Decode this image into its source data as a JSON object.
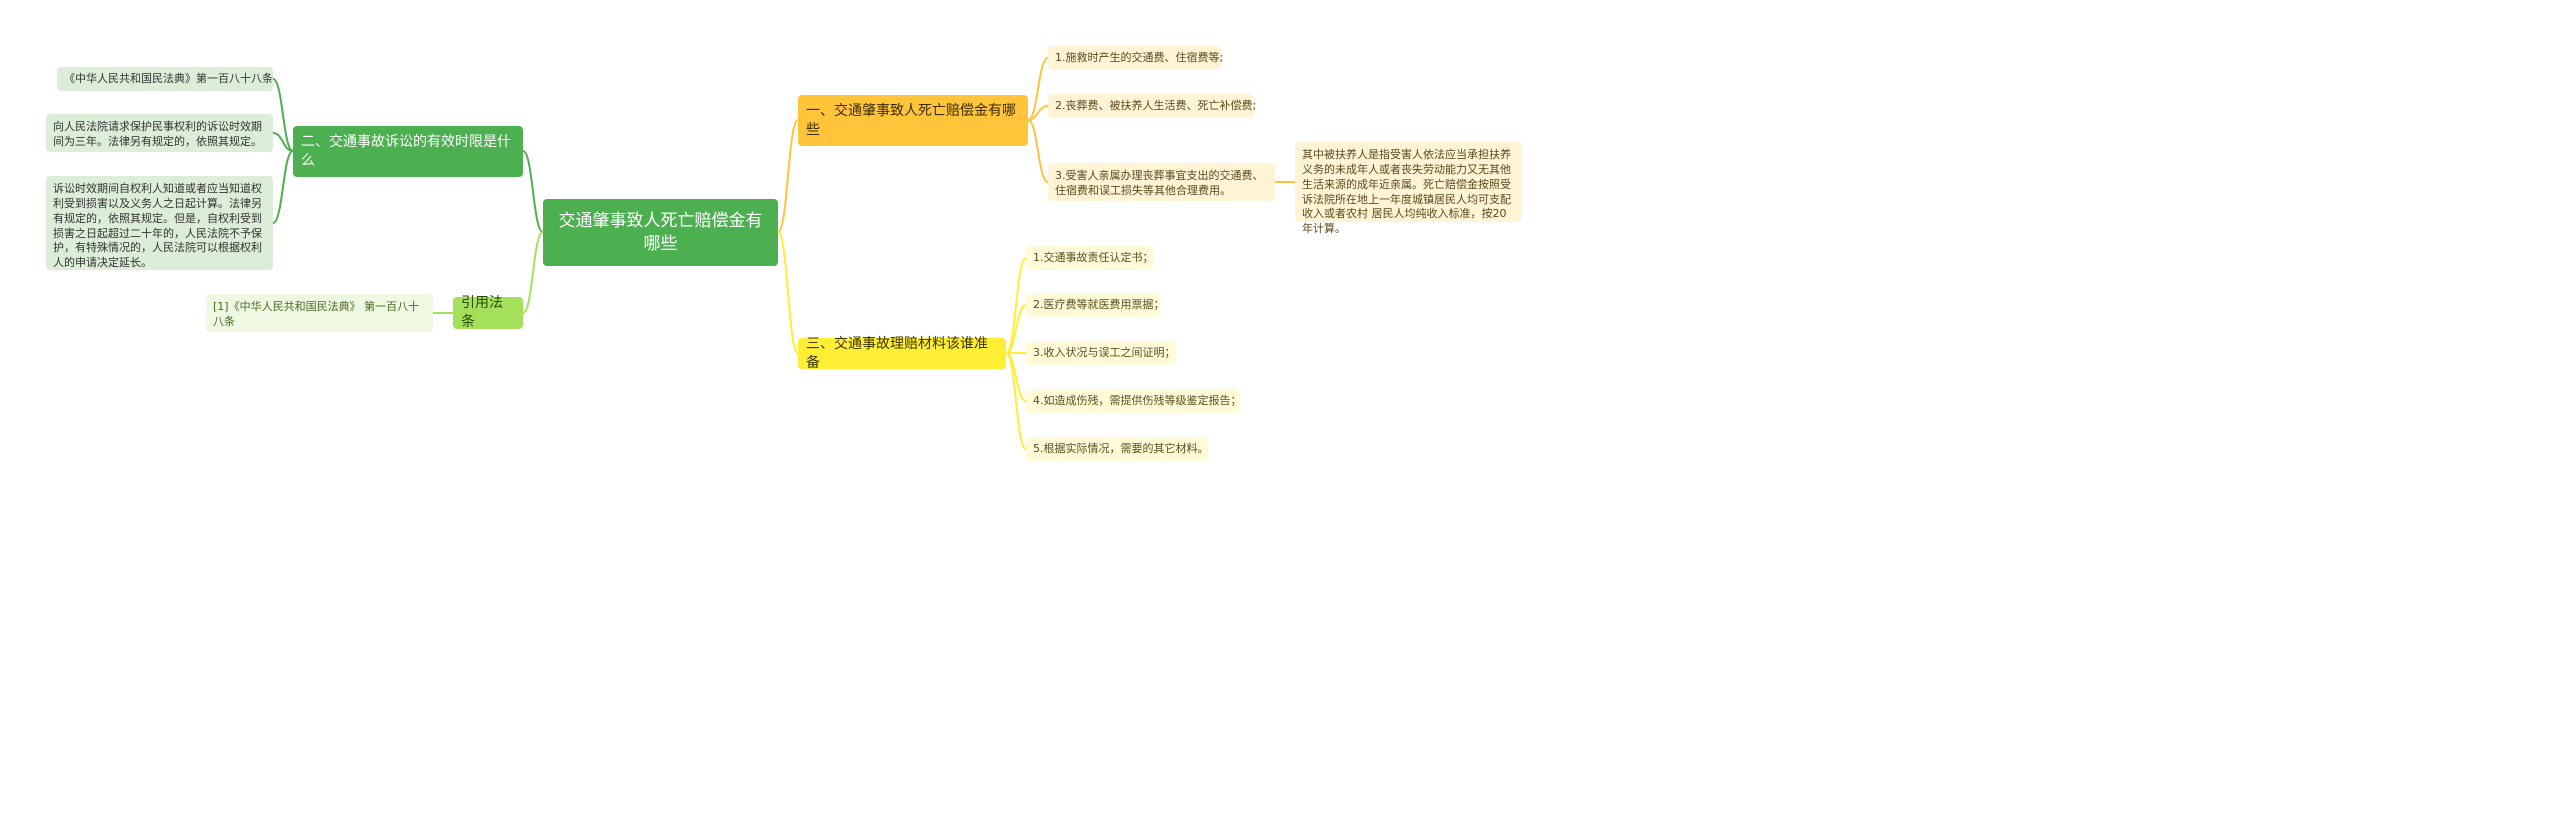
{
  "root": {
    "title": "交通肇事致人死亡赔偿金有哪些"
  },
  "branches": {
    "compensation": {
      "title": "一、交通肇事致人死亡赔偿金有哪些",
      "items": [
        "1.施救时产生的交通费、住宿费等;",
        "2.丧葬费、被扶养人生活费、死亡补偿费;",
        "3.受害人亲属办理丧葬事宜支出的交通费、住宿费和误工损失等其他合理费用。"
      ],
      "note": "其中被扶养人是指受害人依法应当承担扶养义务的未成年人或者丧失劳动能力又无其他生活来源的成年近亲属。死亡赔偿金按照受诉法院所在地上一年度城镇居民人均可支配收入或者农村 居民人均纯收入标准，按20年计算。"
    },
    "materials": {
      "title": "三、交通事故理赔材料该谁准备",
      "items": [
        "1.交通事故责任认定书；",
        "2.医疗费等就医费用票据；",
        "3.收入状况与误工之间证明；",
        "4.如造成伤残，需提供伤残等级鉴定报告；",
        "5.根据实际情况，需要的其它材料。"
      ]
    },
    "limitation": {
      "title": "二、交通事故诉讼的有效时限是什么",
      "items": [
        "《中华人民共和国民法典》第一百八十八条",
        "向人民法院请求保护民事权利的诉讼时效期间为三年。法律另有规定的，依照其规定。",
        "诉讼时效期间自权利人知道或者应当知道权利受到损害以及义务人之日起计算。法律另有规定的，依照其规定。但是，自权利受到损害之日起超过二十年的，人民法院不予保护，有特殊情况的，人民法院可以根据权利人的申请决定延长。"
      ]
    },
    "citation": {
      "title": "引用法条",
      "items": [
        "[1]《中华人民共和国民法典》 第一百八十八条"
      ]
    }
  },
  "colors": {
    "root": "#4caf50",
    "green_branch": "#4caf50",
    "orange_branch": "#ffc43a",
    "yellow_branch": "#ffee33",
    "lime_branch": "#a5e05a"
  }
}
